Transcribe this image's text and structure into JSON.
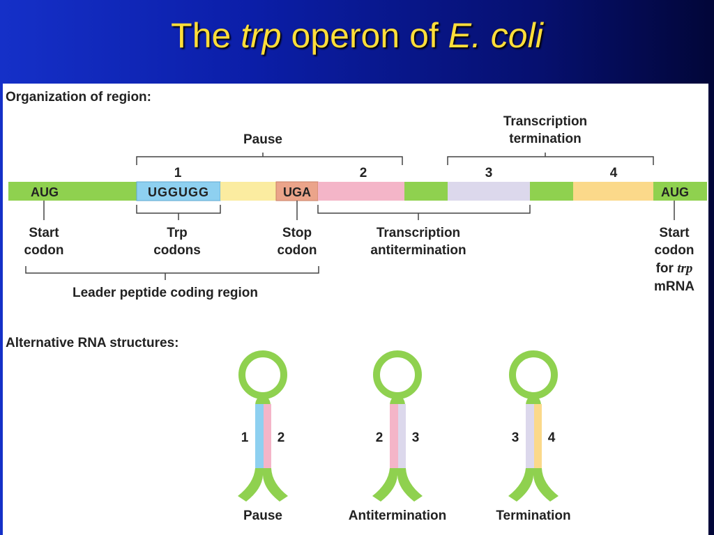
{
  "slide": {
    "title_pre": "The ",
    "title_italic1": "trp",
    "title_mid": " operon of ",
    "title_italic2": "E. coli"
  },
  "organization": {
    "heading": "Organization of region:",
    "pause_bracket": "Pause",
    "termination_bracket": [
      "Transcription",
      "termination"
    ],
    "region_numbers": [
      "1",
      "2",
      "3",
      "4"
    ],
    "codons": {
      "start": "AUG",
      "trp_codons": "UGGUGG",
      "stop": "UGA",
      "end_start": "AUG"
    },
    "annotations": {
      "start_codon": [
        "Start",
        "codon"
      ],
      "trp_codons": [
        "Trp",
        "codons"
      ],
      "stop_codon": [
        "Stop",
        "codon"
      ],
      "antitermination": [
        "Transcription",
        "antitermination"
      ],
      "leader": "Leader peptide coding region",
      "mrna_start": [
        "Start",
        "codon",
        "for ",
        "trp",
        "mRNA"
      ]
    },
    "colors": {
      "green": "#8fd14f",
      "blue": "#8ed0f0",
      "yellow_light": "#fbeca0",
      "salmon": "#eba48a",
      "pink": "#f4b5c8",
      "lavender": "#dcd8ec",
      "orange_yellow": "#fbd98a"
    }
  },
  "structures": {
    "heading": "Alternative RNA structures:",
    "items": [
      {
        "name": "Pause",
        "left_number": "1",
        "right_number": "2",
        "left_color": "#8ed0f0",
        "right_color": "#f4b5c8"
      },
      {
        "name": "Antitermination",
        "left_number": "2",
        "right_number": "3",
        "left_color": "#f4b5c8",
        "right_color": "#dcd8ec"
      },
      {
        "name": "Termination",
        "left_number": "3",
        "right_number": "4",
        "left_color": "#dcd8ec",
        "right_color": "#fbd98a"
      }
    ]
  }
}
